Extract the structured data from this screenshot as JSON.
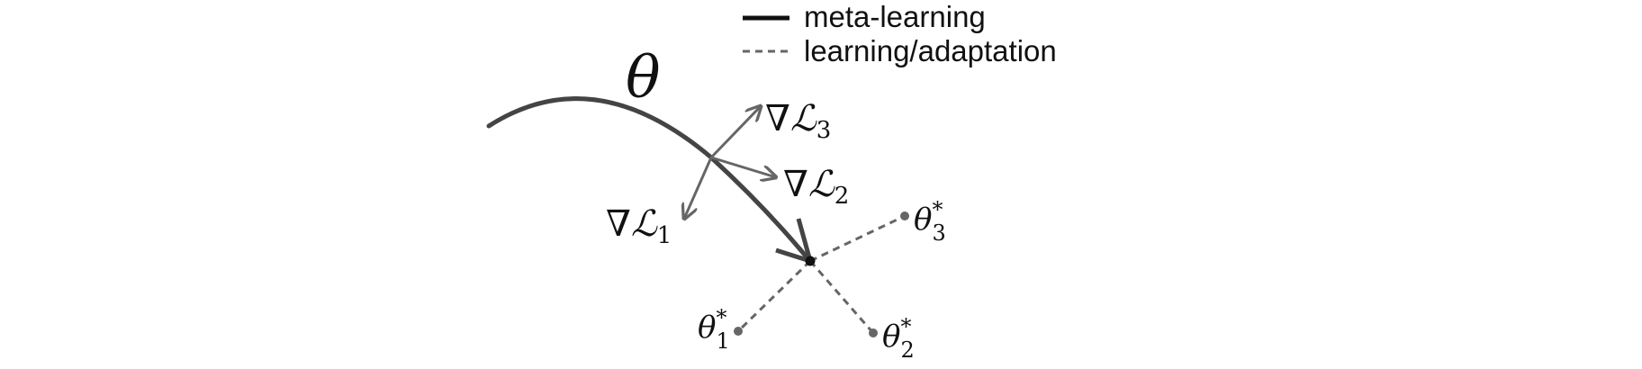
{
  "legend": {
    "meta_label": "meta-learning",
    "adapt_label": "learning/adaptation"
  },
  "labels": {
    "theta": "θ",
    "nabla": "∇",
    "loss": "ℒ",
    "grad_1_sub": "1",
    "grad_2_sub": "2",
    "grad_3_sub": "3",
    "star": "*",
    "theta_1_sub": "1",
    "theta_2_sub": "2",
    "theta_3_sub": "3"
  },
  "colors": {
    "meta_path": "#444444",
    "gradient_arrow": "#666666",
    "adapt_line": "#666666",
    "point": "#111111",
    "optimum_dot": "#666666"
  }
}
